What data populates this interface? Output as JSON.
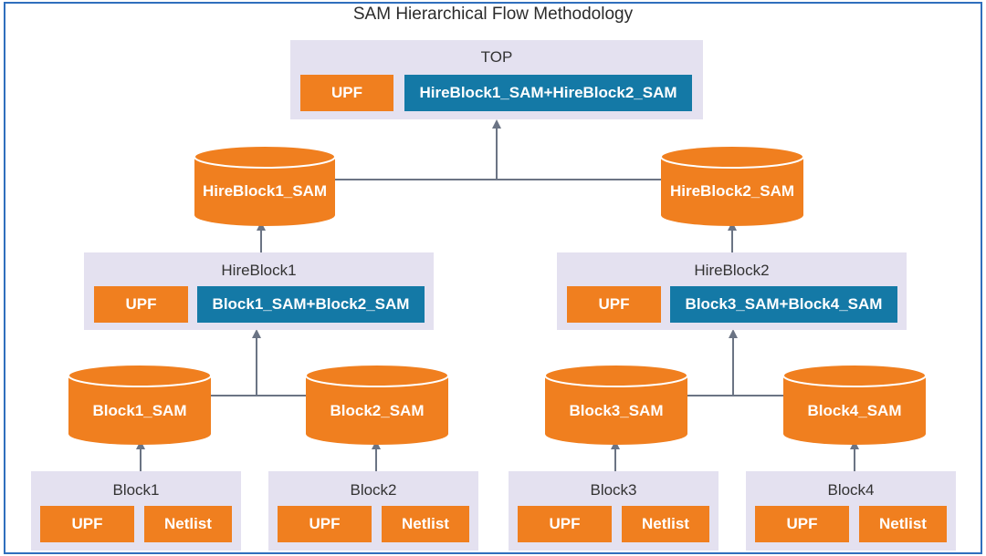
{
  "title": "SAM Hierarchical Flow Methodology",
  "colors": {
    "orange": "#f07f1f",
    "blue": "#1479a6",
    "panel": "#e4e1f0",
    "line": "#6b7484",
    "border": "#2f6fbd"
  },
  "top": {
    "label": "TOP",
    "upf": "UPF",
    "combined": "HireBlock1_SAM+HireBlock2_SAM"
  },
  "hire_sams": {
    "left": "HireBlock1_SAM",
    "right": "HireBlock2_SAM"
  },
  "hire_blocks": [
    {
      "label": "HireBlock1",
      "upf": "UPF",
      "combined": "Block1_SAM+Block2_SAM"
    },
    {
      "label": "HireBlock2",
      "upf": "UPF",
      "combined": "Block3_SAM+Block4_SAM"
    }
  ],
  "block_sams": [
    "Block1_SAM",
    "Block2_SAM",
    "Block3_SAM",
    "Block4_SAM"
  ],
  "blocks": [
    {
      "label": "Block1",
      "upf": "UPF",
      "netlist": "Netlist"
    },
    {
      "label": "Block2",
      "upf": "UPF",
      "netlist": "Netlist"
    },
    {
      "label": "Block3",
      "upf": "UPF",
      "netlist": "Netlist"
    },
    {
      "label": "Block4",
      "upf": "UPF",
      "netlist": "Netlist"
    }
  ]
}
